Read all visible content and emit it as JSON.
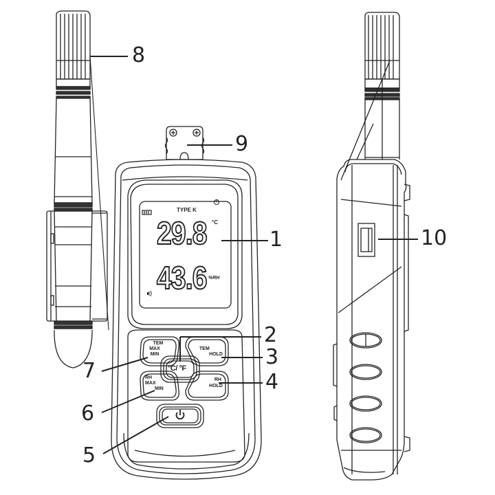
{
  "diagram": {
    "title": "Thermo-hygrometer front and side view with numbered callouts",
    "display": {
      "mode_label": "TYPE K",
      "temperature_value": "29.8",
      "temperature_unit": "°C",
      "humidity_value": "43.6",
      "humidity_unit": "%RH",
      "battery_icon": "battery-icon",
      "auto_off_icon": "timer-icon",
      "sound_icon": "speaker-icon"
    },
    "buttons": {
      "unit_toggle": "°C/ °F",
      "tem_max_min": {
        "line1": "TEM",
        "line2": "MAX",
        "line3": "MIN"
      },
      "tem_hold": {
        "line1": "TEM",
        "line2": "HOLD"
      },
      "rh_max_min": {
        "line1": "RH",
        "line2": "MAX",
        "line3": "MIN"
      },
      "rh_hold": {
        "line1": "RH",
        "line2": "HOLD"
      },
      "power_icon": "power-icon"
    },
    "callouts": [
      {
        "number": "1",
        "target": "LCD display"
      },
      {
        "number": "2",
        "target": "°C/°F unit button"
      },
      {
        "number": "3",
        "target": "TEM HOLD button"
      },
      {
        "number": "4",
        "target": "RH HOLD button"
      },
      {
        "number": "5",
        "target": "Power button"
      },
      {
        "number": "6",
        "target": "RH MAX/MIN button"
      },
      {
        "number": "7",
        "target": "TEM MAX/MIN button"
      },
      {
        "number": "8",
        "target": "Sensor probe"
      },
      {
        "number": "9",
        "target": "Probe clip / mount"
      },
      {
        "number": "10",
        "target": "Side port"
      }
    ],
    "colors": {
      "line": "#222222",
      "background": "#ffffff"
    }
  }
}
